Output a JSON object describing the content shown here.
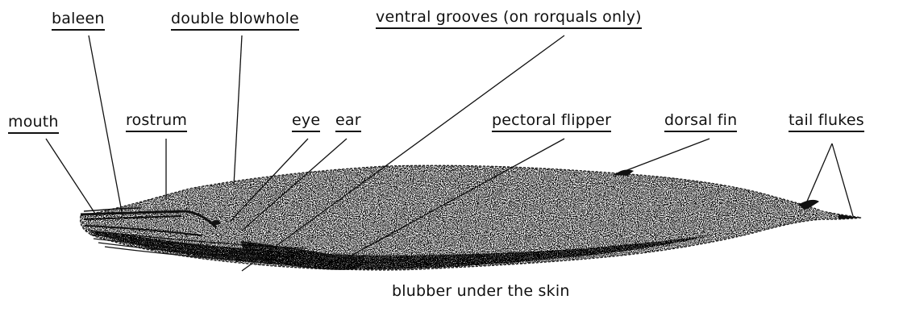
{
  "labels": {
    "baleen": "baleen",
    "double_blowhole": "double blowhole",
    "ventral_grooves": "ventral grooves (on rorquals only)",
    "mouth": "mouth",
    "rostrum": "rostrum",
    "eye": "eye",
    "ear": "ear",
    "pectoral_flipper": "pectoral flipper",
    "dorsal_fin": "dorsal fin",
    "tail_flukes": "tail flukes",
    "blubber": "blubber under the skin"
  },
  "colors": {
    "ink": "#111111",
    "background": "#ffffff"
  }
}
